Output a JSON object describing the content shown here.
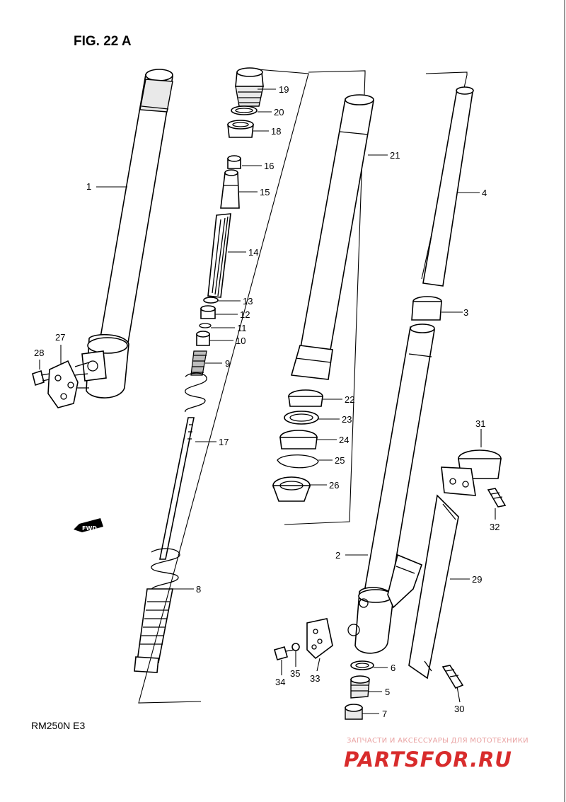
{
  "figure": {
    "title": "FIG. 22 A",
    "model_code": "RM250N  E3",
    "direction_marker": "FWD"
  },
  "callouts": [
    {
      "id": "1",
      "label": "1"
    },
    {
      "id": "2",
      "label": "2"
    },
    {
      "id": "3",
      "label": "3"
    },
    {
      "id": "4",
      "label": "4"
    },
    {
      "id": "5",
      "label": "5"
    },
    {
      "id": "6",
      "label": "6"
    },
    {
      "id": "7",
      "label": "7"
    },
    {
      "id": "8",
      "label": "8"
    },
    {
      "id": "9",
      "label": "9"
    },
    {
      "id": "10",
      "label": "10"
    },
    {
      "id": "11",
      "label": "11"
    },
    {
      "id": "12",
      "label": "12"
    },
    {
      "id": "13",
      "label": "13"
    },
    {
      "id": "14",
      "label": "14"
    },
    {
      "id": "15",
      "label": "15"
    },
    {
      "id": "16",
      "label": "16"
    },
    {
      "id": "17",
      "label": "17"
    },
    {
      "id": "18",
      "label": "18"
    },
    {
      "id": "19",
      "label": "19"
    },
    {
      "id": "20",
      "label": "20"
    },
    {
      "id": "21",
      "label": "21"
    },
    {
      "id": "22",
      "label": "22"
    },
    {
      "id": "23",
      "label": "23"
    },
    {
      "id": "24",
      "label": "24"
    },
    {
      "id": "25",
      "label": "25"
    },
    {
      "id": "26",
      "label": "26"
    },
    {
      "id": "27",
      "label": "27"
    },
    {
      "id": "28",
      "label": "28"
    },
    {
      "id": "29",
      "label": "29"
    },
    {
      "id": "30",
      "label": "30"
    },
    {
      "id": "31",
      "label": "31"
    },
    {
      "id": "32",
      "label": "32"
    },
    {
      "id": "33",
      "label": "33"
    },
    {
      "id": "34",
      "label": "34"
    },
    {
      "id": "35",
      "label": "35"
    }
  ],
  "watermark": {
    "tagline": "ЗАПЧАСТИ И АКСЕССУАРЫ ДЛЯ МОТОТЕХНИКИ",
    "brand": "PARTSFOR.RU",
    "brand_color": "#d82c2c"
  }
}
